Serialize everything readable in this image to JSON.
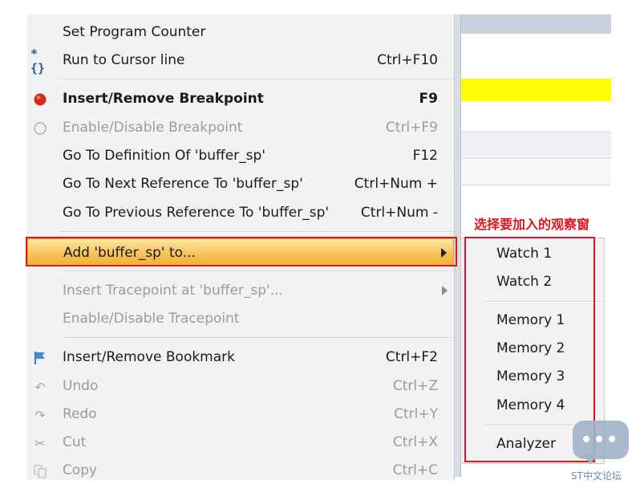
{
  "menu": {
    "items": [
      {
        "label": "Set Program Counter",
        "shortcut": "",
        "icon": ""
      },
      {
        "label": "Run to Cursor line",
        "shortcut": "Ctrl+F10",
        "icon": "run-to-cursor-icon"
      },
      {
        "label": "Insert/Remove Breakpoint",
        "shortcut": "F9",
        "icon": "breakpoint-icon"
      },
      {
        "label": "Enable/Disable Breakpoint",
        "shortcut": "Ctrl+F9",
        "icon": "breakpoint-outline-icon"
      },
      {
        "label": "Go To Definition Of 'buffer_sp'",
        "shortcut": "F12",
        "icon": ""
      },
      {
        "label": "Go To Next Reference To 'buffer_sp'",
        "shortcut": "Ctrl+Num +",
        "icon": ""
      },
      {
        "label": "Go To Previous Reference To 'buffer_sp'",
        "shortcut": "Ctrl+Num -",
        "icon": ""
      },
      {
        "label": "Add 'buffer_sp' to...",
        "shortcut": "",
        "icon": ""
      },
      {
        "label": "Insert Tracepoint at 'buffer_sp'...",
        "shortcut": "",
        "icon": ""
      },
      {
        "label": "Enable/Disable Tracepoint",
        "shortcut": "",
        "icon": ""
      },
      {
        "label": "Insert/Remove Bookmark",
        "shortcut": "Ctrl+F2",
        "icon": "bookmark-flag-icon"
      },
      {
        "label": "Undo",
        "shortcut": "Ctrl+Z",
        "icon": "undo-icon"
      },
      {
        "label": "Redo",
        "shortcut": "Ctrl+Y",
        "icon": "redo-icon"
      },
      {
        "label": "Cut",
        "shortcut": "Ctrl+X",
        "icon": "scissors-icon"
      },
      {
        "label": "Copy",
        "shortcut": "Ctrl+C",
        "icon": "copy-icon"
      }
    ]
  },
  "submenu": {
    "items": [
      "Watch 1",
      "Watch 2",
      "Memory 1",
      "Memory 2",
      "Memory 3",
      "Memory 4",
      "Analyzer"
    ]
  },
  "annotation": "选择要加入的观察窗",
  "watermark": "ST中文论坛",
  "colors": {
    "highlight": "#f7c257",
    "annotation_red": "#e0141b",
    "editor_yellow": "#ffff00",
    "breakpoint_red": "#d9281c"
  }
}
